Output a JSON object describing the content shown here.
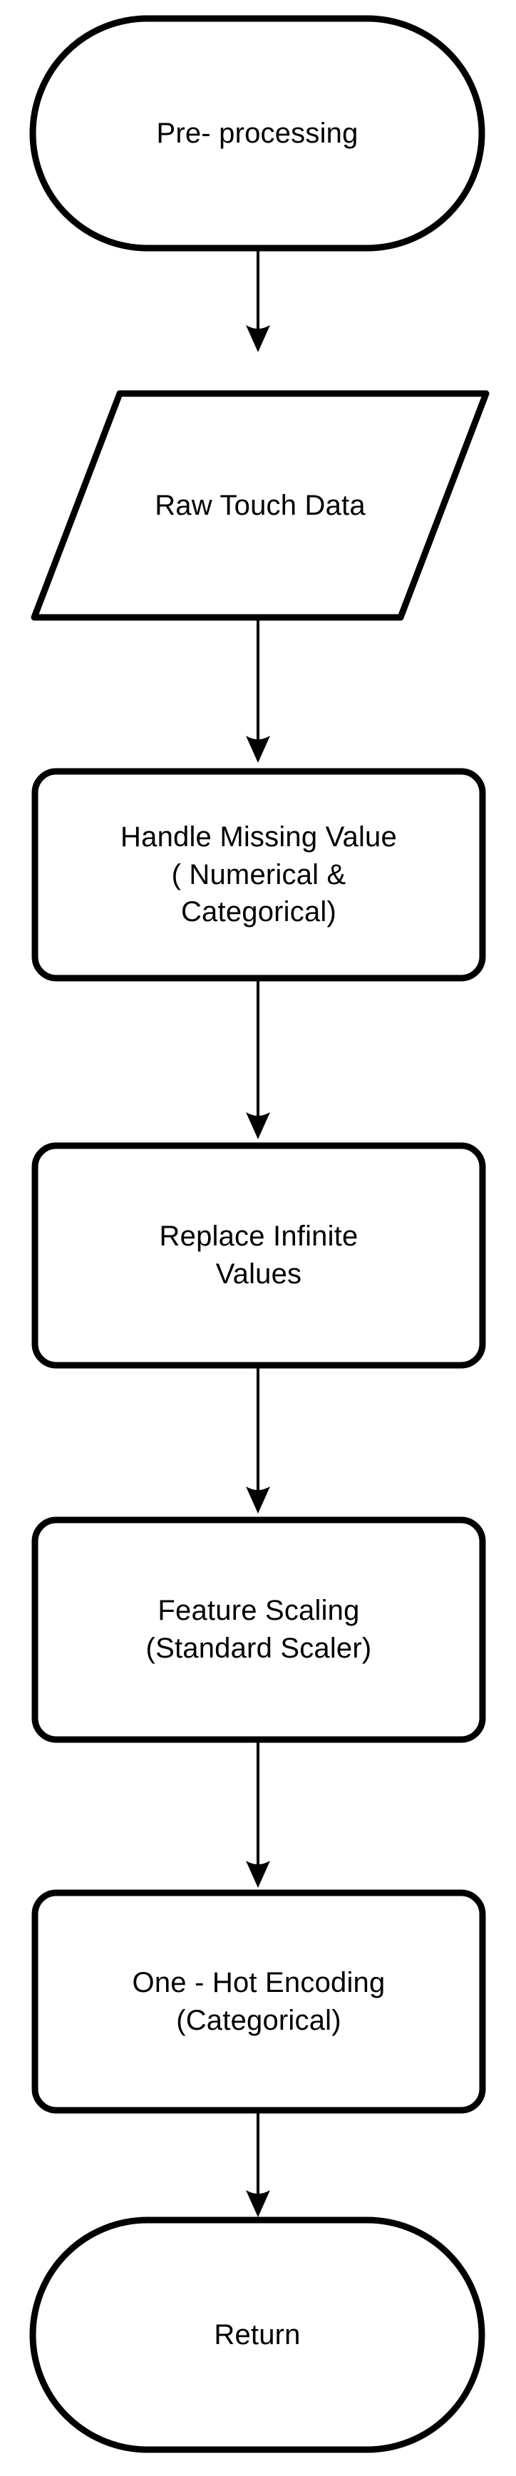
{
  "diagram": {
    "title": "Pre-processing pipeline flowchart",
    "background_color": "#ffffff",
    "stroke_color": "#000000",
    "text_color": "#000000",
    "orientation": "top-to-bottom",
    "nodes": [
      {
        "id": "pre-processing",
        "shape": "stadium",
        "label": "Pre- processing"
      },
      {
        "id": "raw-touch-data",
        "shape": "parallelogram",
        "label": "Raw Touch Data"
      },
      {
        "id": "handle-missing-value",
        "shape": "rounded-rect",
        "label": "Handle Missing Value\n( Numerical &\nCategorical)"
      },
      {
        "id": "replace-infinite-values",
        "shape": "rounded-rect",
        "label": "Replace Infinite\nValues"
      },
      {
        "id": "feature-scaling",
        "shape": "rounded-rect",
        "label": "Feature Scaling\n(Standard Scaler)"
      },
      {
        "id": "one-hot-encoding",
        "shape": "rounded-rect",
        "label": "One - Hot Encoding\n(Categorical)"
      },
      {
        "id": "return",
        "shape": "stadium",
        "label": "Return"
      }
    ],
    "edges": [
      {
        "id": "edge-1",
        "from": "pre-processing",
        "to": "raw-touch-data",
        "label": ""
      },
      {
        "id": "edge-2",
        "from": "raw-touch-data",
        "to": "handle-missing-value",
        "label": ""
      },
      {
        "id": "edge-3",
        "from": "handle-missing-value",
        "to": "replace-infinite-values",
        "label": ""
      },
      {
        "id": "edge-4",
        "from": "replace-infinite-values",
        "to": "feature-scaling",
        "label": ""
      },
      {
        "id": "edge-5",
        "from": "feature-scaling",
        "to": "one-hot-encoding",
        "label": ""
      },
      {
        "id": "edge-6",
        "from": "one-hot-encoding",
        "to": "return",
        "label": ""
      }
    ]
  }
}
